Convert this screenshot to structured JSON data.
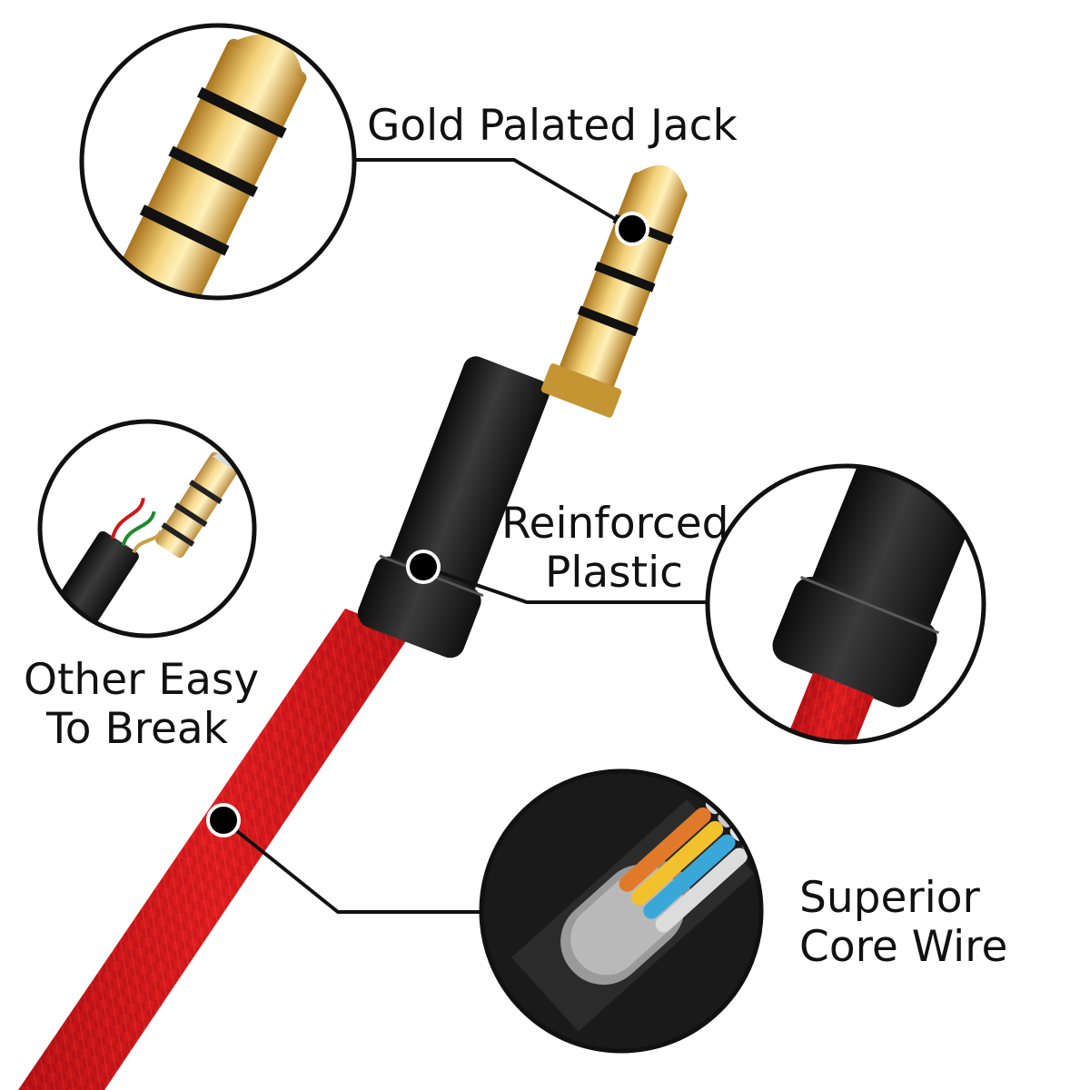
{
  "callouts": {
    "jack": {
      "line1": "Gold Palated Jack"
    },
    "plastic": {
      "line1": "Reinforced",
      "line2": "Plastic"
    },
    "break": {
      "line1": "Other Easy",
      "line2": "To Break"
    },
    "core": {
      "line1": "Superior",
      "line2": "Core Wire"
    }
  },
  "colors": {
    "cable_red": "#d9161a",
    "gold": "#d8a944",
    "sleeve_black": "#1c1c1c",
    "outline": "#000000",
    "background": "#ffffff"
  },
  "icons": {
    "jack": "gold-jack-closeup",
    "sleeve": "plastic-sleeve-closeup",
    "broken": "broken-cable-closeup",
    "core": "core-wire-closeup"
  }
}
